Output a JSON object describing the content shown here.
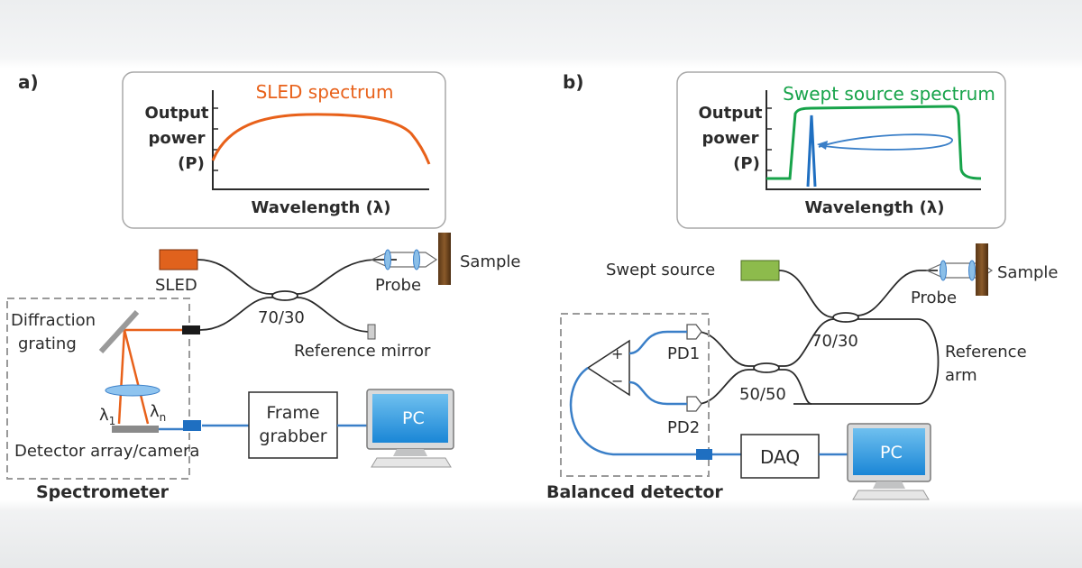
{
  "colors": {
    "fiber": "#2a2a2a",
    "sled": "#e8611a",
    "swept": "#17a34a",
    "blue": "#3a7fc8",
    "dash": "#9a9a9a",
    "laser_green": "#8dbb4c"
  },
  "panel_a": {
    "tag": "a)",
    "inset": {
      "title": "SLED spectrum",
      "ylabel": [
        "Output",
        "power",
        "(P)"
      ],
      "xlabel": "Wavelength (λ)"
    },
    "sled": "SLED",
    "coupler": "70/30",
    "probe": "Probe",
    "sample": "Sample",
    "reference_mirror": "Reference mirror",
    "grating": [
      "Diffraction",
      "grating"
    ],
    "lambda1": "λ",
    "lambda1_sub": "1",
    "lambdan": "λ",
    "lambdan_sub": "n",
    "detector": "Detector array/camera",
    "frame_grabber": [
      "Frame",
      "grabber"
    ],
    "pc": "PC",
    "spectrometer": "Spectrometer"
  },
  "panel_b": {
    "tag": "b)",
    "inset": {
      "title": "Swept source spectrum",
      "ylabel": [
        "Output",
        "power",
        "(P)"
      ],
      "xlabel": "Wavelength (λ)"
    },
    "swept_source": "Swept source",
    "probe": "Probe",
    "sample": "Sample",
    "coupler_top": "70/30",
    "reference_arm": [
      "Reference",
      "arm"
    ],
    "coupler_bottom": "50/50",
    "pd1": "PD1",
    "pd2": "PD2",
    "plus": "+",
    "minus": "−",
    "daq": "DAQ",
    "pc": "PC",
    "balanced": "Balanced detector"
  }
}
